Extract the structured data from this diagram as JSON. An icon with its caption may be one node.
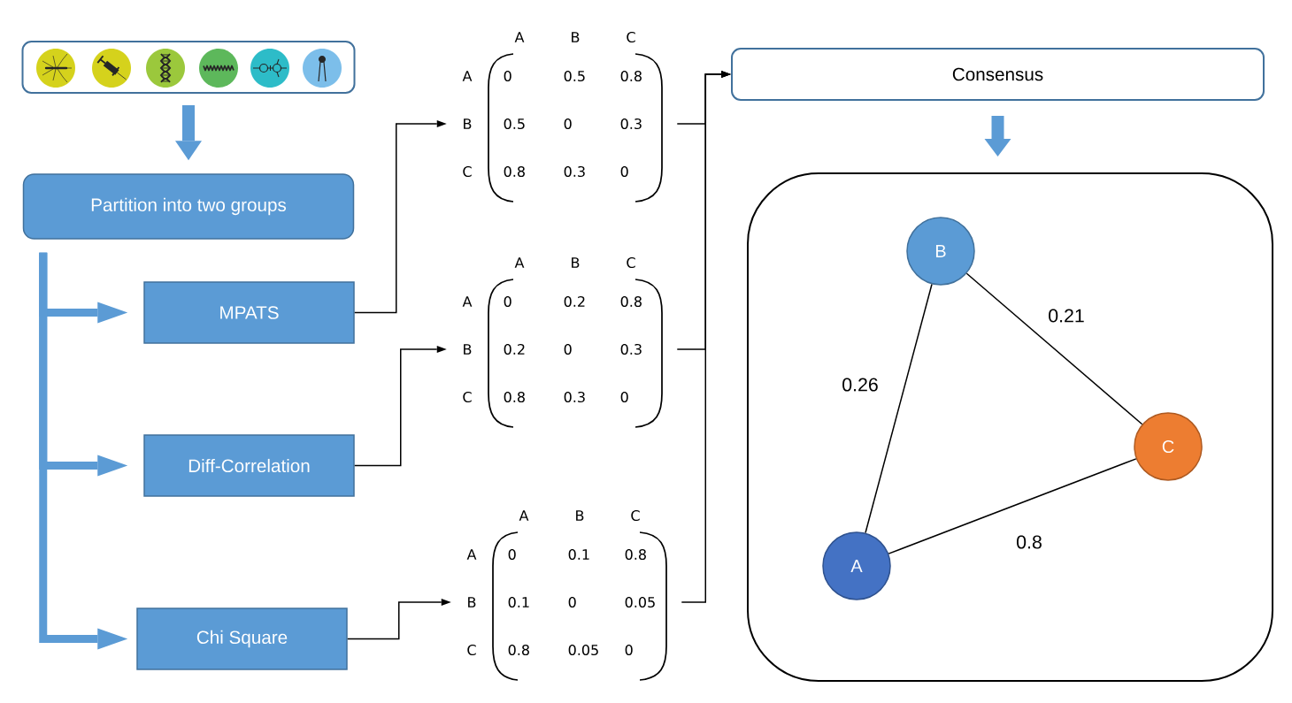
{
  "diagram": {
    "nodes": [
      {
        "text": [],
        "shape": "box"
      },
      {
        "text": [
          "Partition into two groups"
        ]
      },
      {
        "text": [
          "MPATS"
        ]
      },
      {
        "text": [
          "Diff-Correlation"
        ]
      },
      {
        "text": [
          "Chi Square"
        ]
      },
      {
        "text": [
          "A",
          "B",
          "C",
          "A",
          "0",
          "0.5",
          "0.8",
          "B",
          "0.5",
          "0",
          "0.3",
          "C",
          "0.8",
          "0.3",
          "0"
        ]
      },
      {
        "text": [
          "A",
          "B",
          "C",
          "A",
          "0",
          "0.2",
          "0.8",
          "B",
          "0.2",
          "0",
          "0.3",
          "C",
          "0.8",
          "0.3",
          "0"
        ]
      },
      {
        "text": [
          "A",
          "B",
          "C",
          "A",
          "0",
          "0.1",
          "0.8",
          "B",
          "0.1",
          "0",
          "0.05",
          "C",
          "0.8",
          "0.05",
          "0"
        ]
      },
      {
        "text": [
          "Consensus"
        ]
      },
      {
        "text": [],
        "shape": "box"
      },
      {
        "text": [
          "B"
        ],
        "in": 9
      },
      {
        "text": [
          "C"
        ],
        "in": 9
      },
      {
        "text": [
          "A"
        ],
        "in": 9
      }
    ],
    "edges": [
      {
        "from": 0,
        "to": 1,
        "arrow": "to",
        "style": "thick",
        "color": "#5b9bd5"
      },
      {
        "from": 1,
        "to": 2,
        "arrow": "to",
        "style": "thick",
        "color": "#5b9bd5"
      },
      {
        "from": 1,
        "to": 3,
        "arrow": "to",
        "style": "thick",
        "color": "#5b9bd5"
      },
      {
        "from": 1,
        "to": 4,
        "arrow": "to",
        "style": "thick",
        "color": "#5b9bd5"
      },
      {
        "from": 2,
        "to": 5,
        "arrow": "to"
      },
      {
        "from": 3,
        "to": 6,
        "arrow": "to"
      },
      {
        "from": 4,
        "to": 7,
        "arrow": "to"
      },
      {
        "from": 5,
        "to": 8,
        "arrow": "to"
      },
      {
        "from": 6,
        "to": 8,
        "arrow": "to"
      },
      {
        "from": 7,
        "to": 8,
        "arrow": "to"
      },
      {
        "from": 8,
        "to": 9,
        "arrow": "to",
        "style": "thick",
        "color": "#5b9bd5"
      },
      {
        "from": 10,
        "to": 11,
        "arrow": "none",
        "label": "0.21"
      },
      {
        "from": 10,
        "to": 12,
        "arrow": "none",
        "label": "0.26"
      },
      {
        "from": 12,
        "to": 11,
        "arrow": "none",
        "label": "0.8"
      }
    ]
  }
}
